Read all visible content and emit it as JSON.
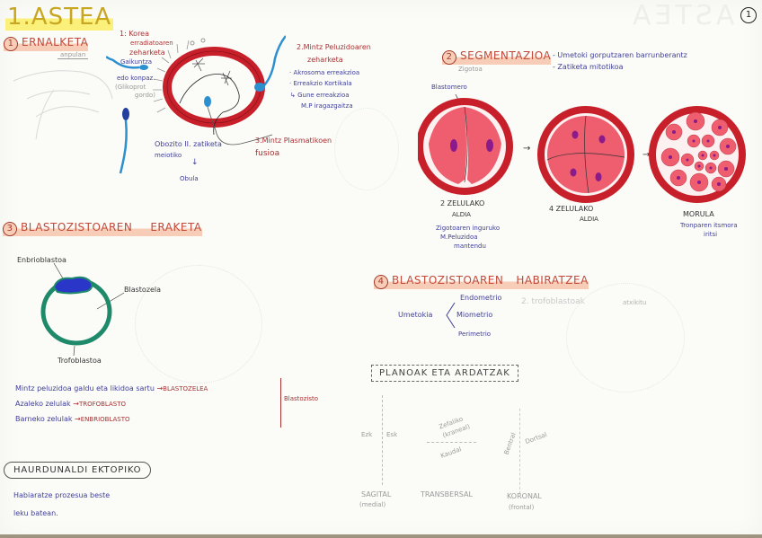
{
  "page": {
    "title": "1.ASTEA",
    "page_number": "1",
    "ghost_title": "ASTEA"
  },
  "sections": {
    "s1": {
      "number": "1",
      "heading": "ERNALKETA",
      "sub_label": "anpulan",
      "labels": {
        "l1_line1": "1: Korea",
        "l1_line2": "erradiatoaren",
        "l1_line3": "zeharketa",
        "gaikuntza": "Gaikuntza",
        "edo": "edo konpaz.",
        "gliko": "(Glikoprot",
        "gordo": "gordo)",
        "l2_line1": "2.Mintz Peluzidoaren",
        "l2_line2": "zeharketa",
        "akrosoma": "· Akrosoma erreakzioa",
        "erreakzio": "· Erreakzio Kortikala",
        "gune": "↳ Gune erreakzioa",
        "mp": "M.P iragazgaitza",
        "l3_line1": "3.Mintz Plasmatikoen",
        "l3_line2": "fusioa",
        "obozito_line1": "Obozito II. zatiketa",
        "obozito_line2": "meiotiko",
        "arrow": "↓",
        "obula": "Obula"
      }
    },
    "s2": {
      "number": "2",
      "heading": "SEGMENTAZIOA",
      "sub_label": "Zigotoa",
      "notes": [
        "- Umetoki gorputzaren barrunberantz",
        "- Zatiketa mitotikoa"
      ],
      "blastomero": "Blastomero",
      "stages": [
        {
          "label_line1": "2 ZELULAKO",
          "label_line2": "ALDIA",
          "note_line1": "Zigotoaren inguruko",
          "note_line2": "M.Peluzidoa",
          "note_line3": "mantendu"
        },
        {
          "label_line1": "4 ZELULAKO",
          "label_line2": "ALDIA"
        },
        {
          "label_line1": "MORULA",
          "note_line1": "Tronparen itsmora",
          "note_line2": "iritsi"
        }
      ],
      "arrow": "→"
    },
    "s3": {
      "number": "3",
      "heading": "BLASTOZISTOAREN",
      "heading2": "ERAKETA",
      "labels": {
        "enbrio": "Enbrioblastoa",
        "blastozela": "Blastozela",
        "trofo": "Trofoblastoa"
      },
      "lines": [
        {
          "text": "Mintz peluzidoa galdu eta likidoa sartu",
          "arrow": "→",
          "result": "BLASTOZELEA"
        },
        {
          "text": "Azaleko zelulak",
          "arrow": "→",
          "result": "TROFOBLASTO"
        },
        {
          "text": "Barneko zelulak",
          "arrow": "→",
          "result": "ENBRIOBLASTO"
        }
      ],
      "bracket_label": "Blastozisto"
    },
    "s4": {
      "number": "4",
      "heading": "BLASTOZISTOAREN",
      "heading2": "HABIRATZEA",
      "umetokia": "Umetokia",
      "layers": [
        "Endometrio",
        "Miometrio",
        "Perimetrio"
      ],
      "faint_note": "2. trofoblastoak",
      "faint_note2": "atxikitu"
    },
    "planes": {
      "title": "PLANOAK ETA ARDATZAK",
      "sagital_left": "Ezk",
      "sagital_right": "Esk",
      "trans_top_line1": "Zefaliko",
      "trans_top_line2": "(kraneal)",
      "trans_bottom": "Kaudal",
      "koronal_left": "Bentral",
      "koronal_right": "Dortsal",
      "names": [
        {
          "name": "SAGITAL",
          "sub": "(medial)"
        },
        {
          "name": "TRANSBERSAL",
          "sub": ""
        },
        {
          "name": "KORONAL",
          "sub": "(frontal)"
        }
      ]
    },
    "ectopic": {
      "heading": "HAURDUNALDI EKTOPIKO",
      "text_line1": "Habiaratze prozesua beste",
      "text_line2": "leku batean."
    }
  },
  "colors": {
    "title_yellow": "#fbf07a",
    "heading_peach": "#f8cdb8",
    "ink_blue": "#3f3f9a",
    "ink_red": "#a83232",
    "zona_red": "#c8202a",
    "cell_pink": "#ee5e6e",
    "nucleus_purple": "#8b1a8a",
    "sperm_blue": "#2b8fd0",
    "trophoblast_green": "#1f8a6a",
    "embryoblast_blue": "#2a36c8"
  }
}
